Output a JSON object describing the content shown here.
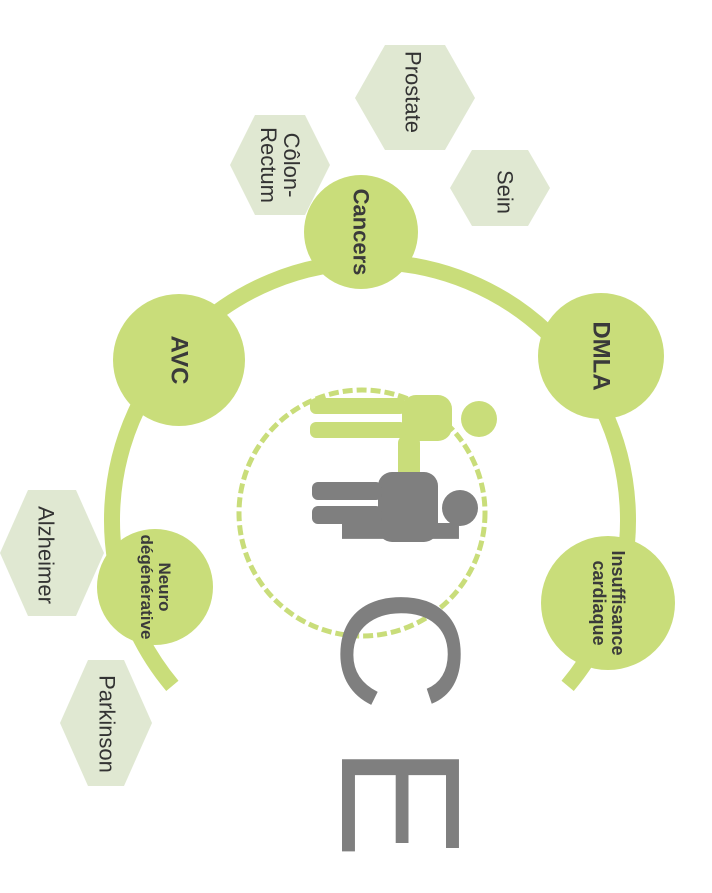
{
  "colors": {
    "circle": "#c9dd7a",
    "ring": "#c9dd7a",
    "hexagon": "#e0e8d2",
    "figure_light": "#c9dd7a",
    "figure_dark": "#7f7f7f",
    "logo_text": "#7f7f7f"
  },
  "logo": {
    "text": "ICE"
  },
  "categories": [
    {
      "name": "Cancers"
    },
    {
      "name": "DMLA"
    },
    {
      "name": "Insuffisance cardiaque"
    },
    {
      "name": "Neuro dégénérative"
    },
    {
      "name": "AVC"
    }
  ],
  "subcategories": {
    "cancers": [
      "Prostate",
      "Côlon-Rectum",
      "Sein"
    ],
    "neuro": [
      "Alzheimer",
      "Parkinson"
    ]
  },
  "icons": [
    "caregiver-figure-icon",
    "patient-figure-icon"
  ]
}
